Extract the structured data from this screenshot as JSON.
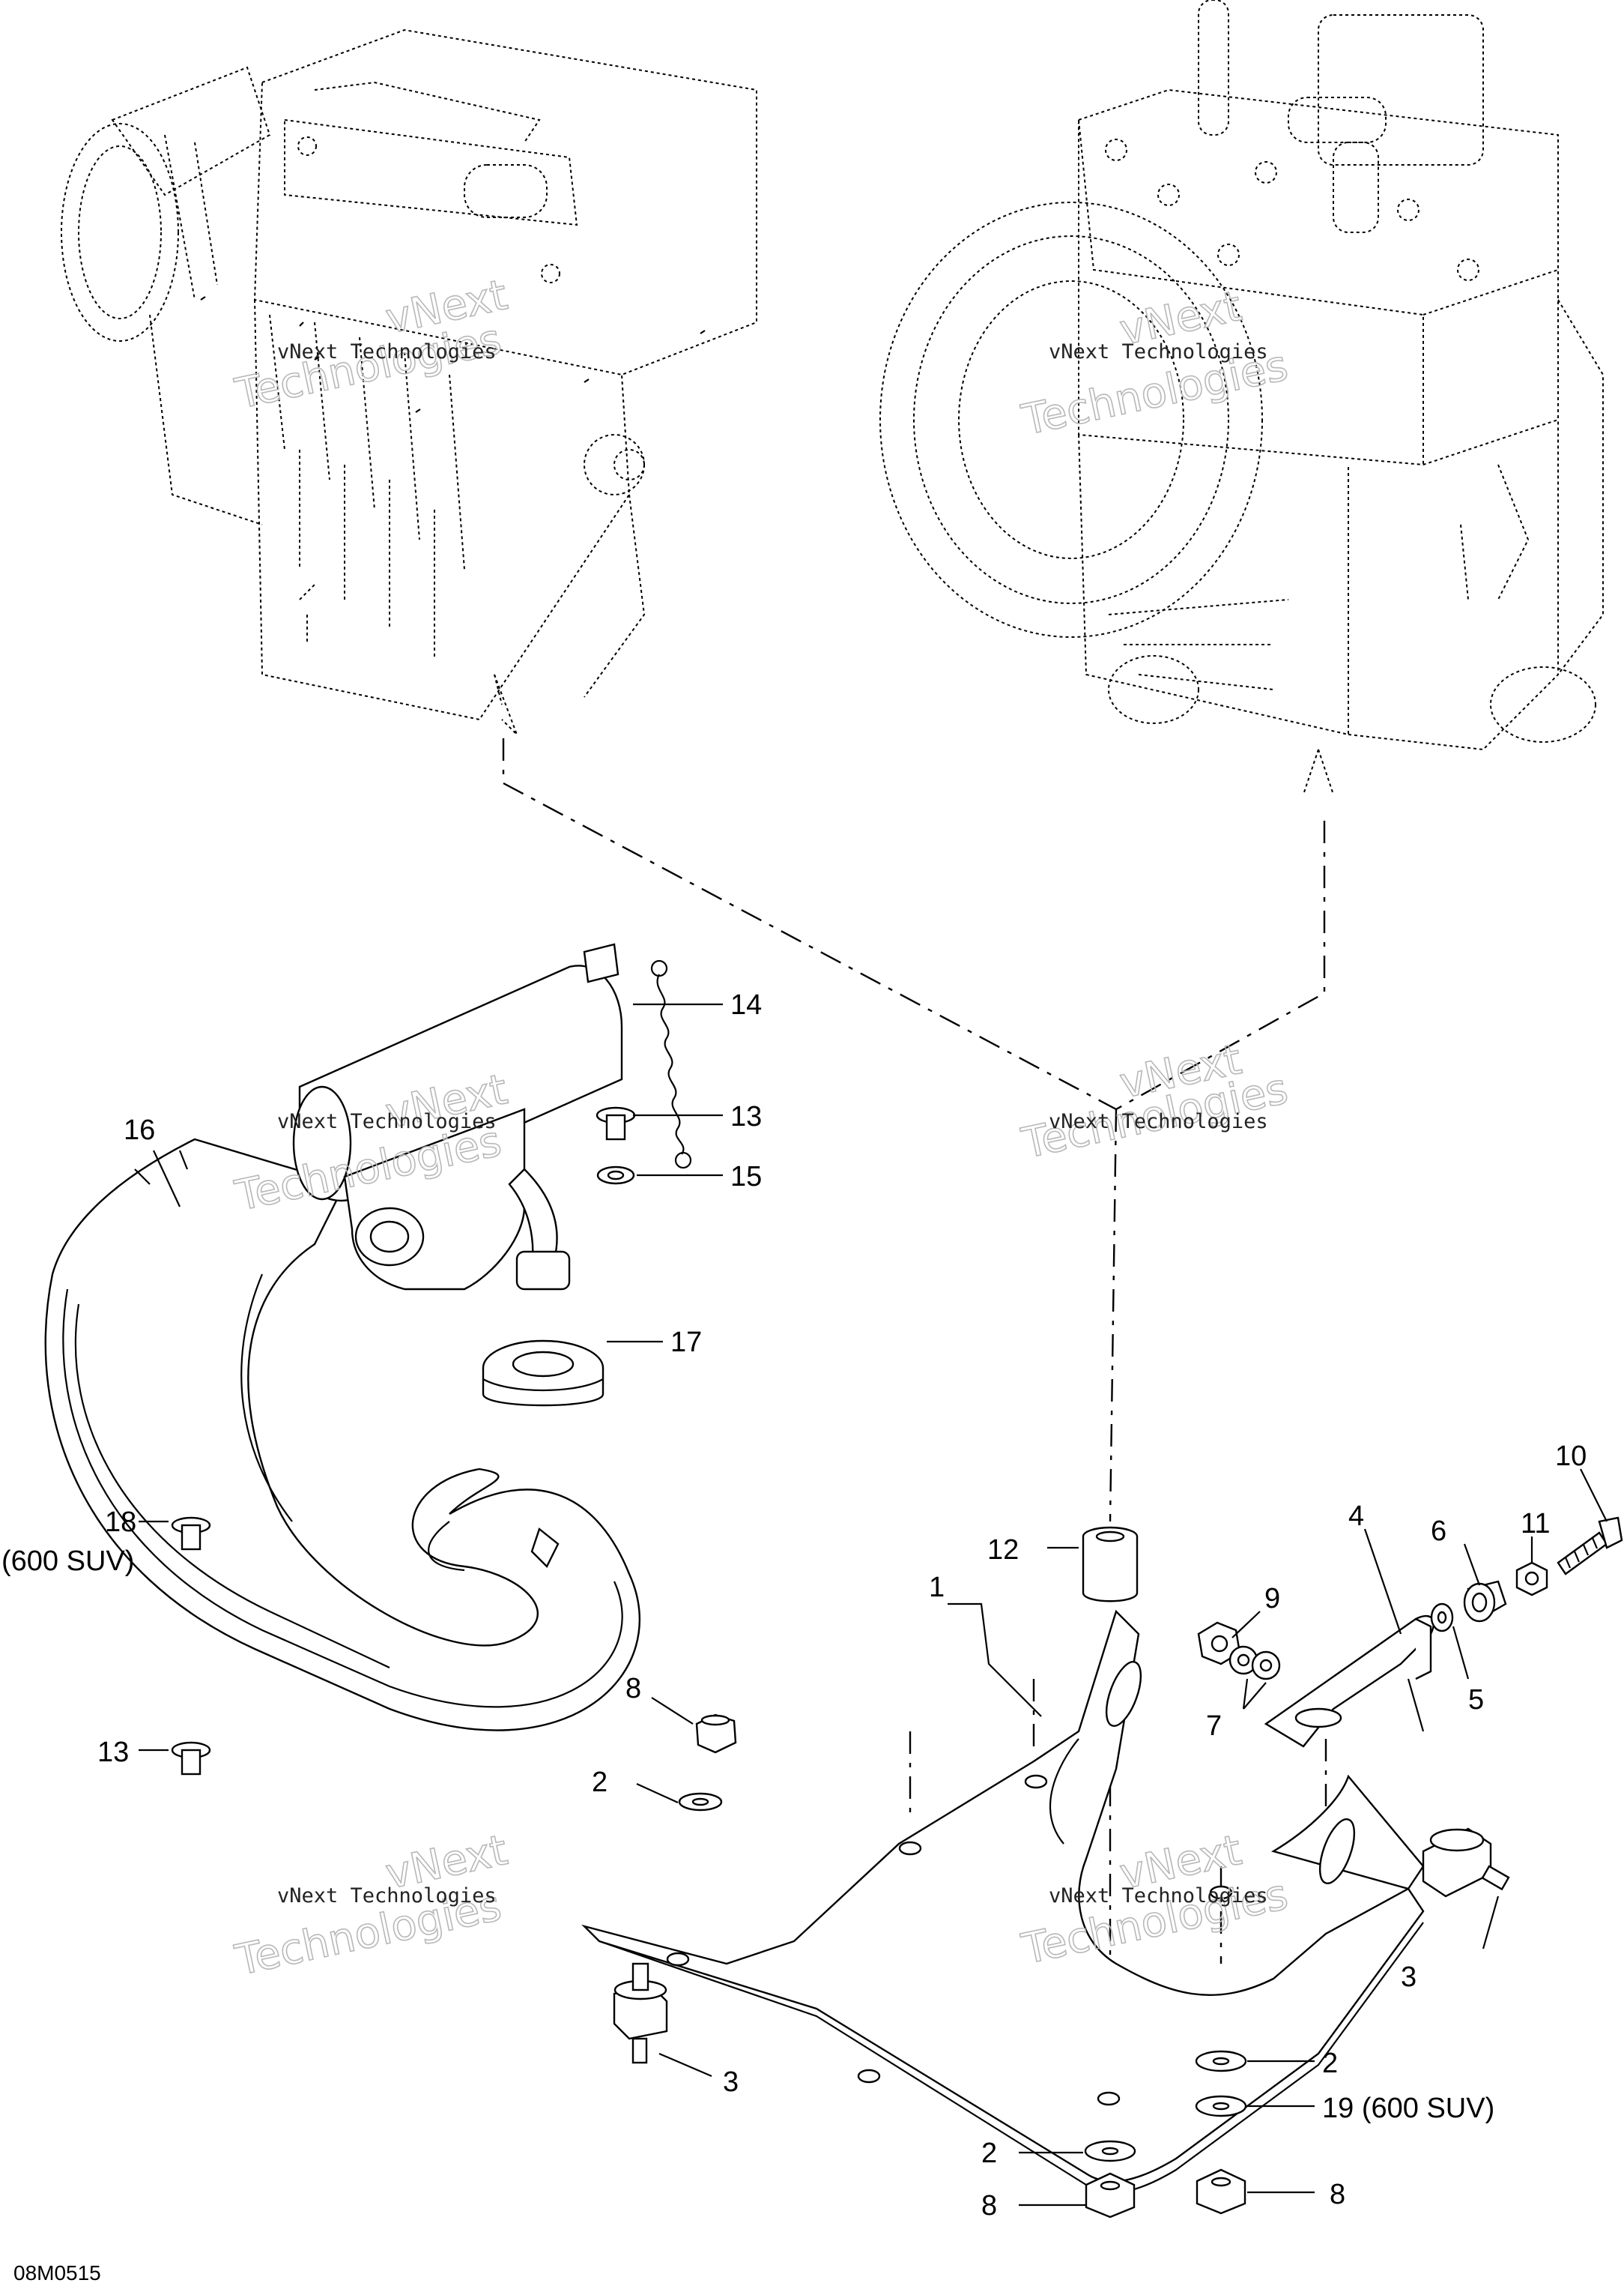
{
  "diagram": {
    "figure_code": "08M0515",
    "watermark": {
      "line1": "vNext Technologies",
      "line2a": "vNext",
      "line2b": "Technologies"
    },
    "callouts": {
      "c1": "1",
      "c2a": "2",
      "c2b": "2",
      "c2c": "2",
      "c3a": "3",
      "c3b": "3",
      "c4": "4",
      "c5": "5",
      "c6": "6",
      "c7": "7",
      "c8a": "8",
      "c8b": "8",
      "c8c": "8",
      "c9": "9",
      "c10": "10",
      "c11": "11",
      "c12": "12",
      "c13a": "13",
      "c13b": "13",
      "c14": "14",
      "c15": "15",
      "c16": "16",
      "c17": "17",
      "c18": "18",
      "c18note": "(600 SUV)",
      "c19": "19 (600 SUV)"
    },
    "icons": [
      "engine-drawing-left",
      "engine-drawing-right",
      "muffler-drawing",
      "mounting-plate-drawing",
      "tension-spring-icon",
      "grommet-icon",
      "washer-icon",
      "nut-icon",
      "bolt-icon",
      "spacer-icon",
      "bracket-icon",
      "rubber-mount-icon",
      "rivet-icon"
    ]
  }
}
